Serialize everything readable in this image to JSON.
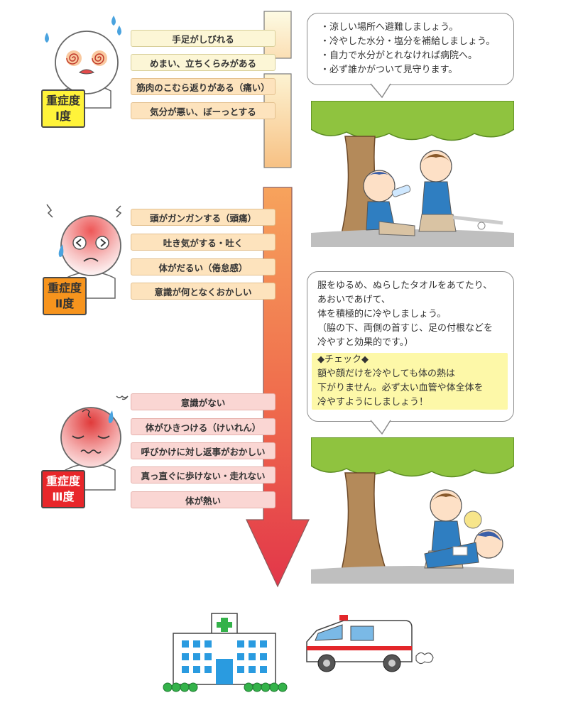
{
  "levels": [
    {
      "badge": [
        "重症度",
        "Ⅰ度"
      ],
      "badge_color": "#fff33a",
      "symptoms": [
        "手足がしびれる",
        "めまい、立ちくらみがある",
        "筋肉のこむら返りがある（痛い）",
        "気分が悪い、ぼーっとする"
      ]
    },
    {
      "badge": [
        "重症度",
        "Ⅱ度"
      ],
      "badge_color": "#f7941d",
      "symptoms": [
        "頭がガンガンする（頭痛）",
        "吐き気がする・吐く",
        "体がだるい（倦怠感）",
        "意識が何となくおかしい"
      ]
    },
    {
      "badge": [
        "重症度",
        "Ⅲ度"
      ],
      "badge_color": "#e8262a",
      "symptoms": [
        "意識がない",
        "体がひきつける（けいれん）",
        "呼びかけに対し返事がおかしい",
        "真っ直ぐに歩けない・走れない",
        "体が熱い"
      ]
    }
  ],
  "advice1": [
    "・涼しい場所へ避難しましょう。",
    "・冷やした水分・塩分を補給しましょう。",
    "・自力で水分がとれなければ病院へ。",
    "・必ず誰かがついて見守ります。"
  ],
  "advice2": {
    "lines": [
      "服をゆるめ、ぬらしたタオルをあてたり、",
      "あおいであげて、",
      "体を積極的に冷やしましょう。",
      "（脇の下、両側の首すじ、足の付根などを",
      "冷やすと効果的です。）"
    ],
    "check_title": "◆チェック◆",
    "check_lines": [
      "額や顔だけを冷やしても体の熱は",
      "下がりません。必ず太い血管や体全体を",
      "冷やすようにしましょう！"
    ]
  },
  "icons": [
    "dizzy-face-icon",
    "distressed-face-icon",
    "unconscious-face-icon",
    "tree-icon",
    "boy-drinking-icon",
    "boy-helping-icon",
    "boy-fanning-icon",
    "boy-lying-icon",
    "hospital-icon",
    "ambulance-icon"
  ],
  "colors": {
    "level1": "#fff33a",
    "level2": "#f7941d",
    "level3": "#e8262a",
    "arrow_top": "#f7a35c",
    "arrow_bottom": "#e2364a"
  }
}
